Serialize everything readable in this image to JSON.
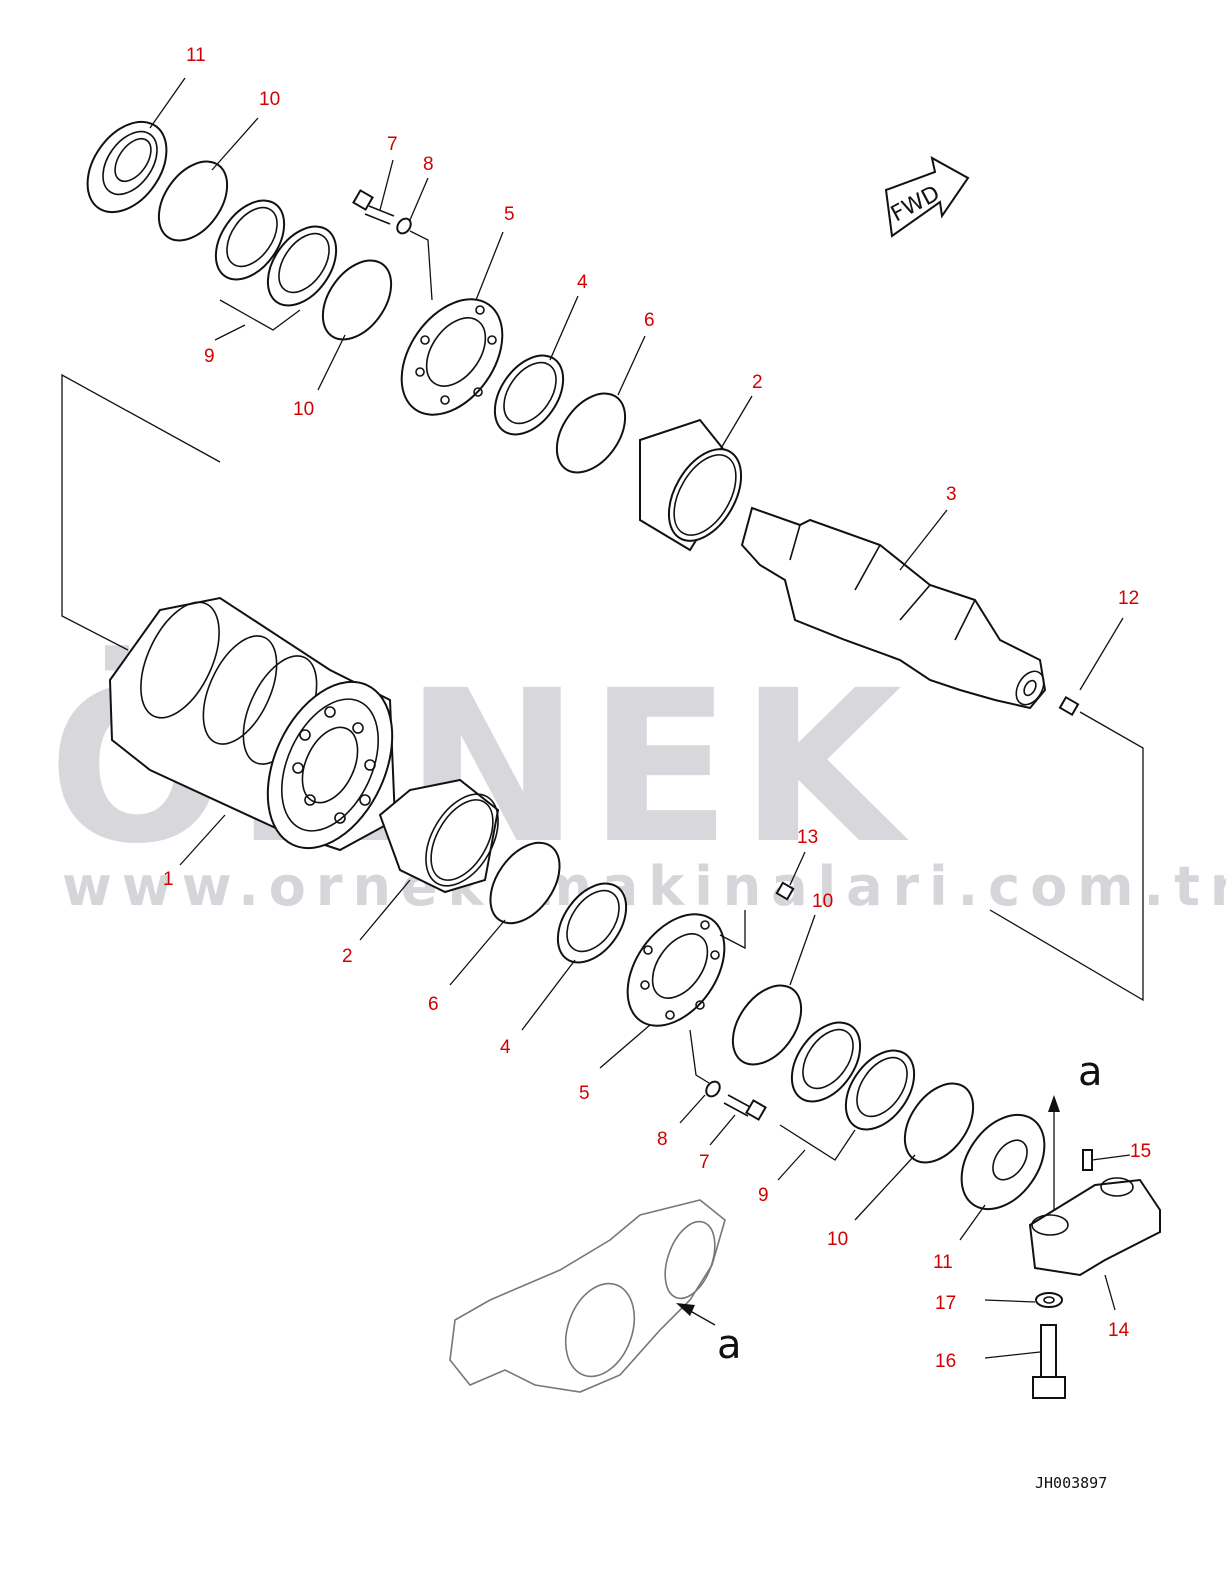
{
  "diagram": {
    "part_numbers": {
      "n1": "1",
      "n2a": "2",
      "n2b": "2",
      "n3": "3",
      "n4a": "4",
      "n4b": "4",
      "n5a": "5",
      "n5b": "5",
      "n6a": "6",
      "n6b": "6",
      "n7a": "7",
      "n7b": "7",
      "n8a": "8",
      "n8b": "8",
      "n9a": "9",
      "n9b": "9",
      "n10a": "10",
      "n10b": "10",
      "n10c": "10",
      "n10d": "10",
      "n11a": "11",
      "n11b": "11",
      "n12": "12",
      "n13": "13",
      "n14": "14",
      "n15": "15",
      "n16": "16",
      "n17": "17"
    },
    "view_marker_upper": "a",
    "view_marker_lower": "a",
    "direction_arrow_label": "FWD",
    "drawing_code": "JH003897",
    "accent_color": "#d40000"
  },
  "watermark": {
    "brand": "ÖRNEK",
    "url": "www.orneksmakinalari.com.tr",
    "color": "#cfcfd4"
  }
}
